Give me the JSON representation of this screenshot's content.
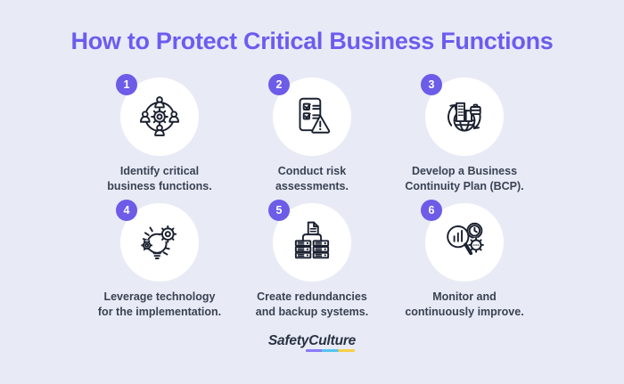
{
  "infographic": {
    "title": "How to Protect Critical Business Functions",
    "steps": [
      {
        "number": "1",
        "caption": "Identify critical\nbusiness functions.",
        "icon": "team-network-icon"
      },
      {
        "number": "2",
        "caption": "Conduct risk\nassessments.",
        "icon": "risk-checklist-icon"
      },
      {
        "number": "3",
        "caption": "Develop a Business\nContinuity Plan (BCP).",
        "icon": "business-continuity-globe-icon"
      },
      {
        "number": "4",
        "caption": "Leverage technology\nfor the implementation.",
        "icon": "lightbulb-gears-icon"
      },
      {
        "number": "5",
        "caption": "Create redundancies\nand backup systems.",
        "icon": "backup-servers-icon"
      },
      {
        "number": "6",
        "caption": "Monitor and\ncontinuously improve.",
        "icon": "magnifier-analytics-icon"
      }
    ],
    "footer": {
      "brand_part1": "Safety",
      "brand_part2": "Culture"
    },
    "colors": {
      "background": "#E8EBF6",
      "title_purple": "#6C5CF0",
      "badge_purple": "#6C5CE7",
      "caption_text": "#3A4252",
      "icon_stroke": "#1B2130",
      "circle_fill": "#FFFFFF",
      "logo_text": "#2A3142",
      "logo_gradient": [
        "#8A7BF7",
        "#55C3F2",
        "#F7CE46"
      ]
    }
  }
}
